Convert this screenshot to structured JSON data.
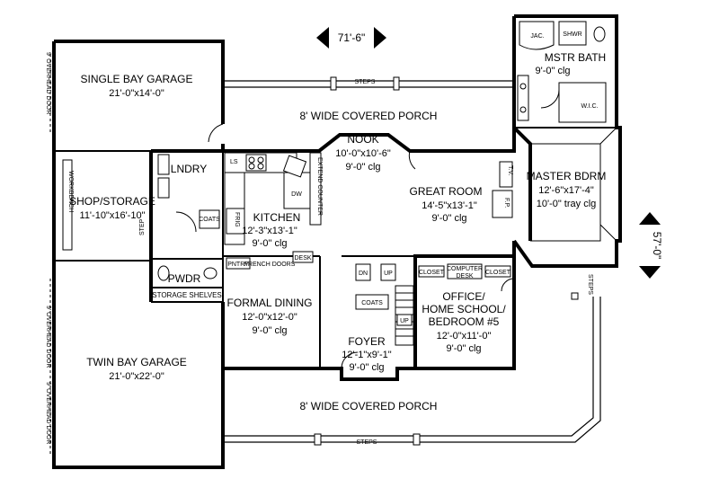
{
  "dimensions": {
    "width": "71'-6\"",
    "depth": "57'-0\""
  },
  "rooms": {
    "single_garage": {
      "name": "SINGLE BAY GARAGE",
      "size": "21'-0\"x14'-0\""
    },
    "shop": {
      "name": "SHOP/STORAGE",
      "size": "11'-10\"x16'-10\""
    },
    "twin_garage": {
      "name": "TWIN BAY GARAGE",
      "size": "21'-0\"x22'-0\""
    },
    "laundry": {
      "name": "LNDRY"
    },
    "powder": {
      "name": "PWDR"
    },
    "storage_shelves": {
      "name": "STORAGE SHELVES"
    },
    "kitchen": {
      "name": "KITCHEN",
      "size": "12'-3\"x13'-1\"",
      "ceiling": "9'-0\" clg"
    },
    "nook": {
      "name": "NOOK",
      "size": "10'-0\"x10'-6\"",
      "ceiling": "9'-0\" clg"
    },
    "great_room": {
      "name": "GREAT ROOM",
      "size": "14'-5\"x13'-1\"",
      "ceiling": "9'-0\" clg"
    },
    "master_bedroom": {
      "name": "MASTER BDRM",
      "size": "12'-6\"x17'-4\"",
      "ceiling": "10'-0\" tray clg"
    },
    "master_bath": {
      "name": "MSTR BATH",
      "ceiling": "9'-0\" clg"
    },
    "formal_dining": {
      "name": "FORMAL DINING",
      "size": "12'-0\"x12'-0\"",
      "ceiling": "9'-0\" clg"
    },
    "foyer": {
      "name": "FOYER",
      "size": "12'-1\"x9'-1\"",
      "ceiling": "9'-0\" clg"
    },
    "office": {
      "name_line1": "OFFICE/",
      "name_line2": "HOME SCHOOL/",
      "name_line3": "BEDROOM #5",
      "size": "12'-0\"x11'-0\"",
      "ceiling": "9'-0\" clg"
    }
  },
  "porches": {
    "rear": "8' WIDE COVERED PORCH",
    "front": "8' WIDE COVERED PORCH"
  },
  "labels": {
    "steps": "STEPS",
    "step": "STEP",
    "overhead_door": "9' OVERHEAD DOOR",
    "workbench": "WORKBENCH",
    "coats": "COATS",
    "frig": "FRIG",
    "dw": "DW",
    "extend_counter": "EXTEND COUNTER",
    "pntry": "PNTRY",
    "french_doors": "FRENCH DOORS",
    "desk": "DESK",
    "dn": "DN",
    "up": "UP",
    "closet": "CLOSET",
    "computer_desk_line1": "COMPUTER",
    "computer_desk_line2": "DESK",
    "tv": "T.V.",
    "fp": "F.P.",
    "jac": "JAC.",
    "shwr": "SHWR",
    "wic": "W.I.C.",
    "ls": "LS"
  }
}
